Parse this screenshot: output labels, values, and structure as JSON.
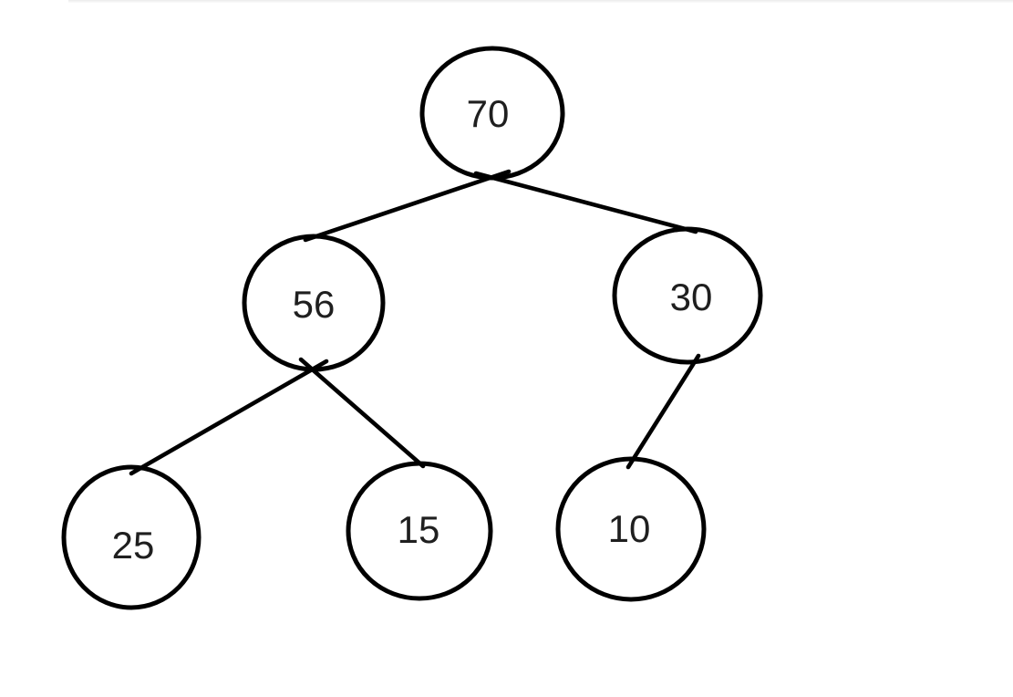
{
  "diagram": {
    "kind": "binary-tree",
    "description": "Hand-drawn binary tree with six nodes",
    "colors": {
      "background": "#ffffff",
      "node_fill": "#ffffff",
      "node_stroke": "#000000",
      "edge_stroke": "#000000",
      "label_text": "#1f1f1f"
    },
    "nodes": [
      {
        "id": "n70",
        "value": "70",
        "parent": null,
        "side": null
      },
      {
        "id": "n56",
        "value": "56",
        "parent": "70",
        "side": "left"
      },
      {
        "id": "n30",
        "value": "30",
        "parent": "70",
        "side": "right"
      },
      {
        "id": "n25",
        "value": "25",
        "parent": "56",
        "side": "left"
      },
      {
        "id": "n15",
        "value": "15",
        "parent": "56",
        "side": "right"
      },
      {
        "id": "n10",
        "value": "10",
        "parent": "30",
        "side": "left"
      }
    ],
    "edges": [
      {
        "from": "70",
        "to": "56"
      },
      {
        "from": "70",
        "to": "30"
      },
      {
        "from": "56",
        "to": "25"
      },
      {
        "from": "56",
        "to": "15"
      },
      {
        "from": "30",
        "to": "10"
      }
    ]
  }
}
